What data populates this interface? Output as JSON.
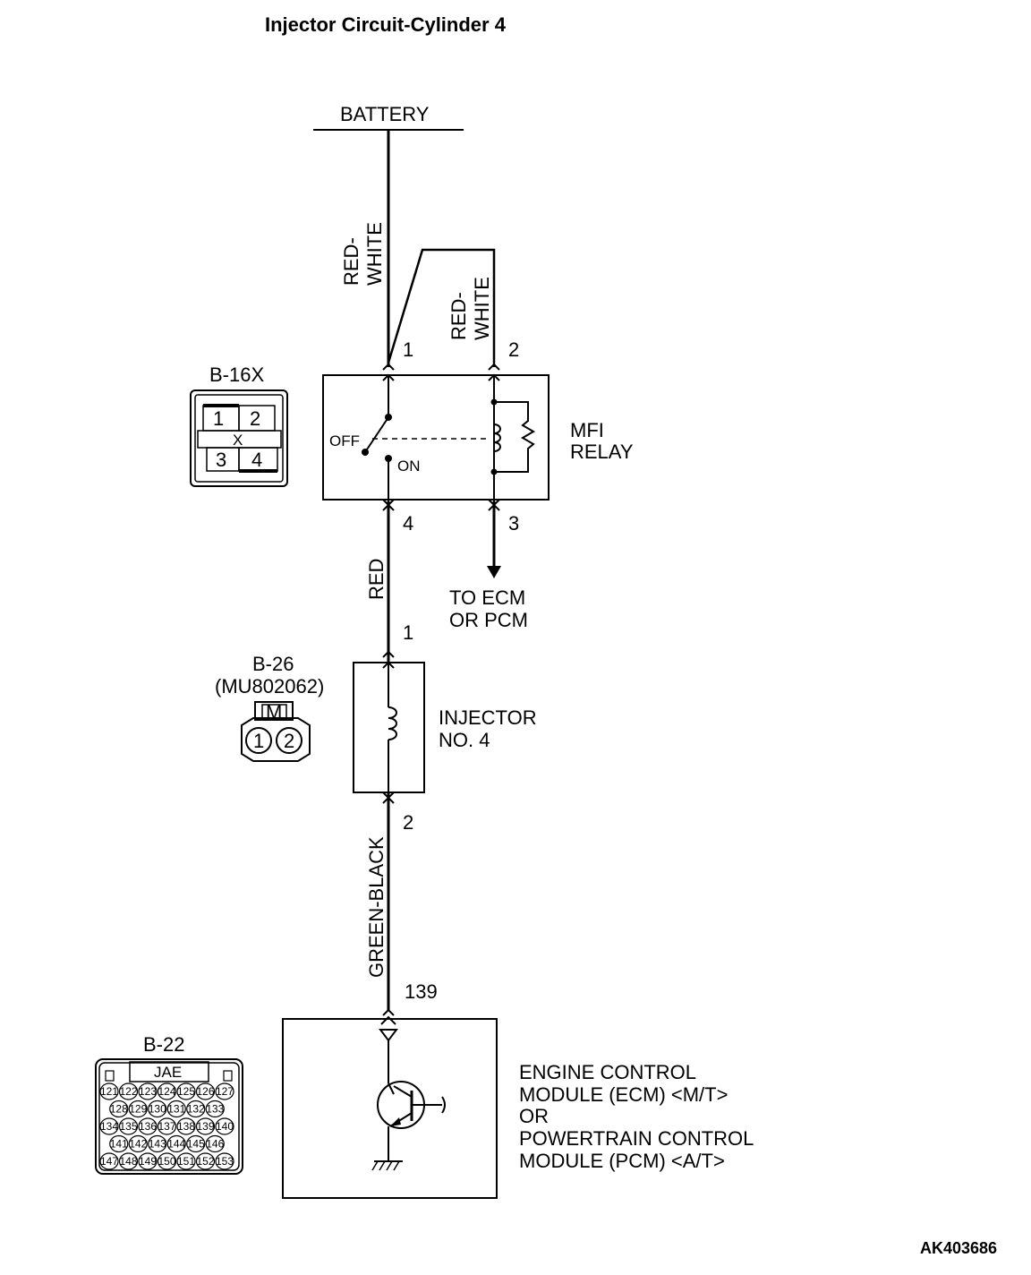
{
  "title": "Injector Circuit-Cylinder 4",
  "battery_label": "BATTERY",
  "wires": {
    "red_white_left": [
      "RED-",
      "WHITE"
    ],
    "red_white_right": [
      "RED-",
      "WHITE"
    ],
    "red": "RED",
    "green_black": "GREEN-BLACK"
  },
  "relay": {
    "name_lines": [
      "MFI",
      "RELAY"
    ],
    "switch_off": "OFF",
    "switch_on": "ON",
    "pins": {
      "p1": "1",
      "p2": "2",
      "p3": "3",
      "p4": "4"
    },
    "to_ecm_lines": [
      "TO ECM",
      "OR PCM"
    ]
  },
  "connector_b16x": {
    "label": "B-16X",
    "cells": [
      "1",
      "2",
      "3",
      "4"
    ],
    "mark": "X"
  },
  "injector": {
    "name_lines": [
      "INJECTOR",
      "NO. 4"
    ],
    "pins": {
      "p1": "1",
      "p2": "2"
    }
  },
  "connector_b26": {
    "label": "B-26",
    "part": "(MU802062)",
    "mark": "M",
    "pins": [
      "1",
      "2"
    ]
  },
  "ecm": {
    "pin": "139",
    "name_lines": [
      "ENGINE CONTROL",
      "MODULE (ECM) <M/T>",
      "OR",
      "POWERTRAIN CONTROL",
      "MODULE (PCM) <A/T>"
    ]
  },
  "connector_b22": {
    "label": "B-22",
    "header": "JAE",
    "rows": [
      [
        "121",
        "122",
        "123",
        "124",
        "125",
        "126",
        "127"
      ],
      [
        "128",
        "129",
        "130",
        "131",
        "132",
        "133"
      ],
      [
        "134",
        "135",
        "136",
        "137",
        "138",
        "139",
        "140"
      ],
      [
        "141",
        "142",
        "143",
        "144",
        "145",
        "146"
      ],
      [
        "147",
        "148",
        "149",
        "150",
        "151",
        "152",
        "153"
      ]
    ]
  },
  "figure_code": "AK403686"
}
